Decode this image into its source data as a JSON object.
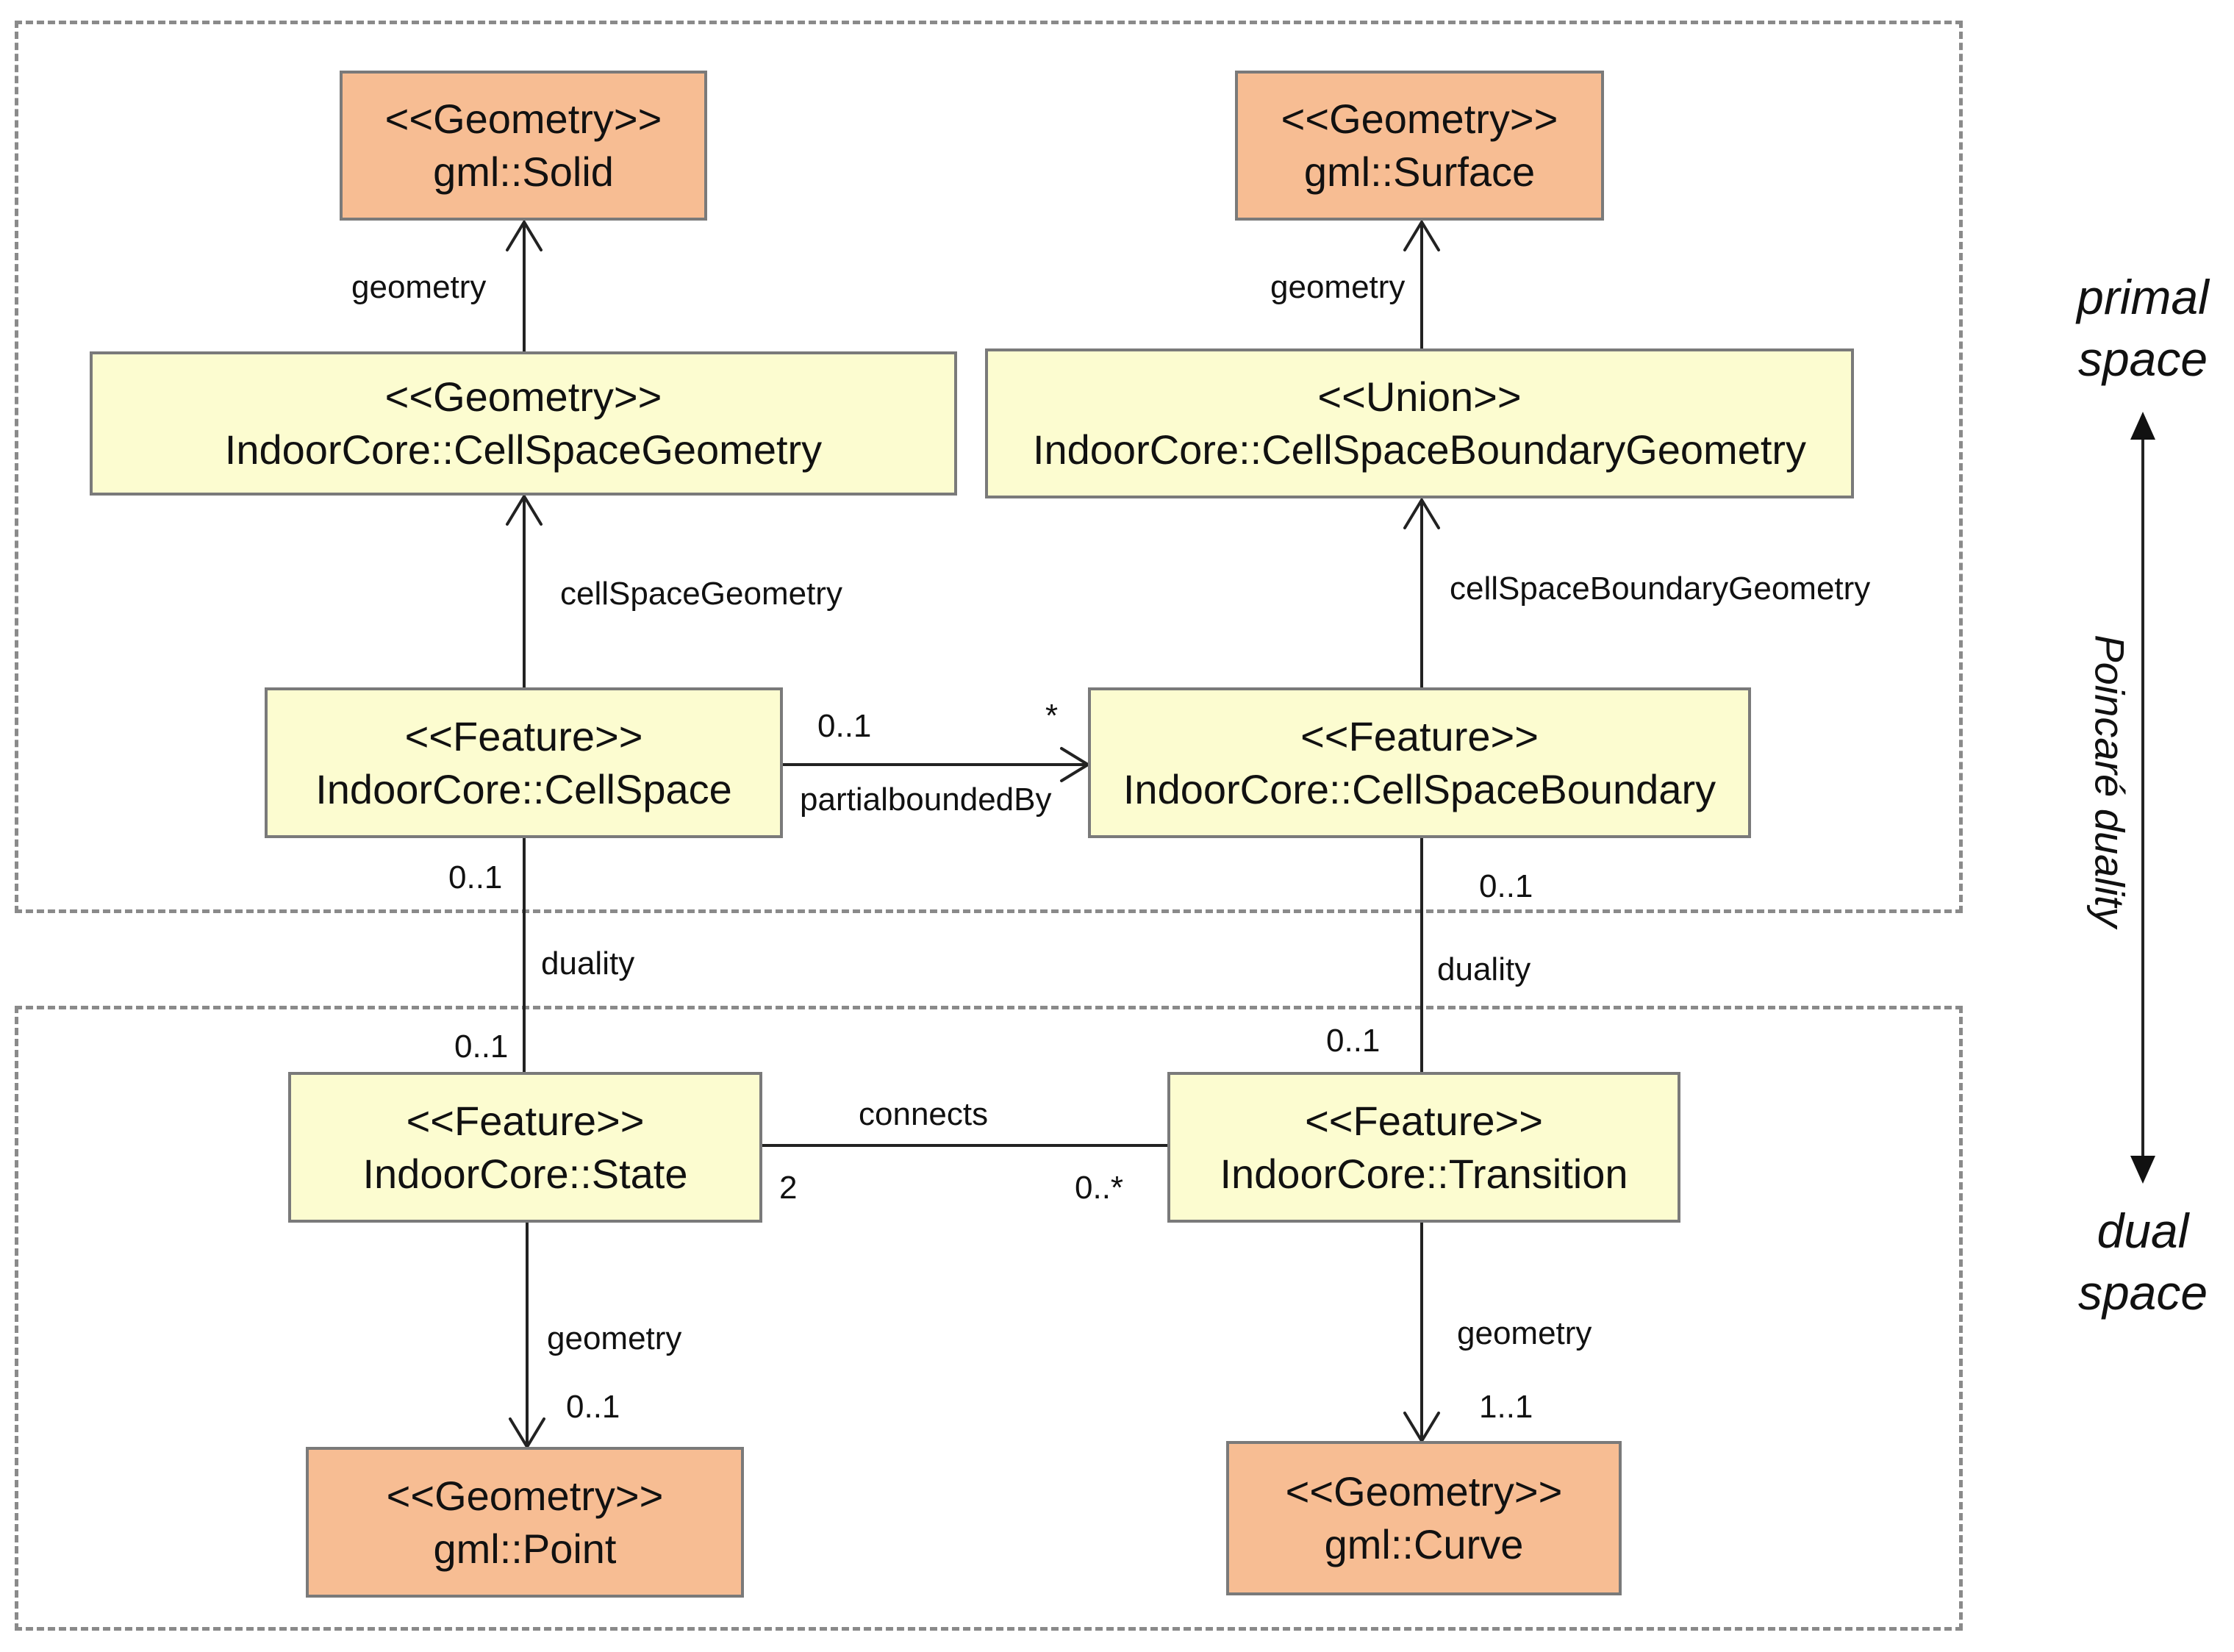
{
  "classes": {
    "solid": {
      "stereotype": "<<Geometry>>",
      "name": "gml::Solid"
    },
    "surface": {
      "stereotype": "<<Geometry>>",
      "name": "gml::Surface"
    },
    "csg": {
      "stereotype": "<<Geometry>>",
      "name": "IndoorCore::CellSpaceGeometry"
    },
    "csbg": {
      "stereotype": "<<Union>>",
      "name": "IndoorCore::CellSpaceBoundaryGeometry"
    },
    "cellspace": {
      "stereotype": "<<Feature>>",
      "name": "IndoorCore::CellSpace"
    },
    "csb": {
      "stereotype": "<<Feature>>",
      "name": "IndoorCore::CellSpaceBoundary"
    },
    "state": {
      "stereotype": "<<Feature>>",
      "name": "IndoorCore::State"
    },
    "transition": {
      "stereotype": "<<Feature>>",
      "name": "IndoorCore::Transition"
    },
    "point": {
      "stereotype": "<<Geometry>>",
      "name": "gml::Point"
    },
    "curve": {
      "stereotype": "<<Geometry>>",
      "name": "gml::Curve"
    }
  },
  "associations": {
    "csg_solid": {
      "role": "geometry"
    },
    "csbg_surface": {
      "role": "geometry"
    },
    "cs_csg": {
      "role": "cellSpaceGeometry"
    },
    "csb_csbg": {
      "role": "cellSpaceBoundaryGeometry"
    },
    "cs_csb": {
      "role": "partialboundedBy",
      "mult_source": "0..1",
      "mult_target": "*"
    },
    "cs_state": {
      "role": "duality",
      "mult_top": "0..1",
      "mult_bottom": "0..1"
    },
    "csb_transition": {
      "role": "duality",
      "mult_top": "0..1",
      "mult_bottom": "0..1"
    },
    "state_transition": {
      "role": "connects",
      "mult_state": "2",
      "mult_transition": "0..*"
    },
    "state_point": {
      "role": "geometry",
      "mult": "0..1"
    },
    "transition_curve": {
      "role": "geometry",
      "mult": "1..1"
    }
  },
  "side_labels": {
    "primal_line1": "primal",
    "primal_line2": "space",
    "dual_line1": "dual",
    "dual_line2": "space",
    "duality": "Poincaré duality"
  }
}
